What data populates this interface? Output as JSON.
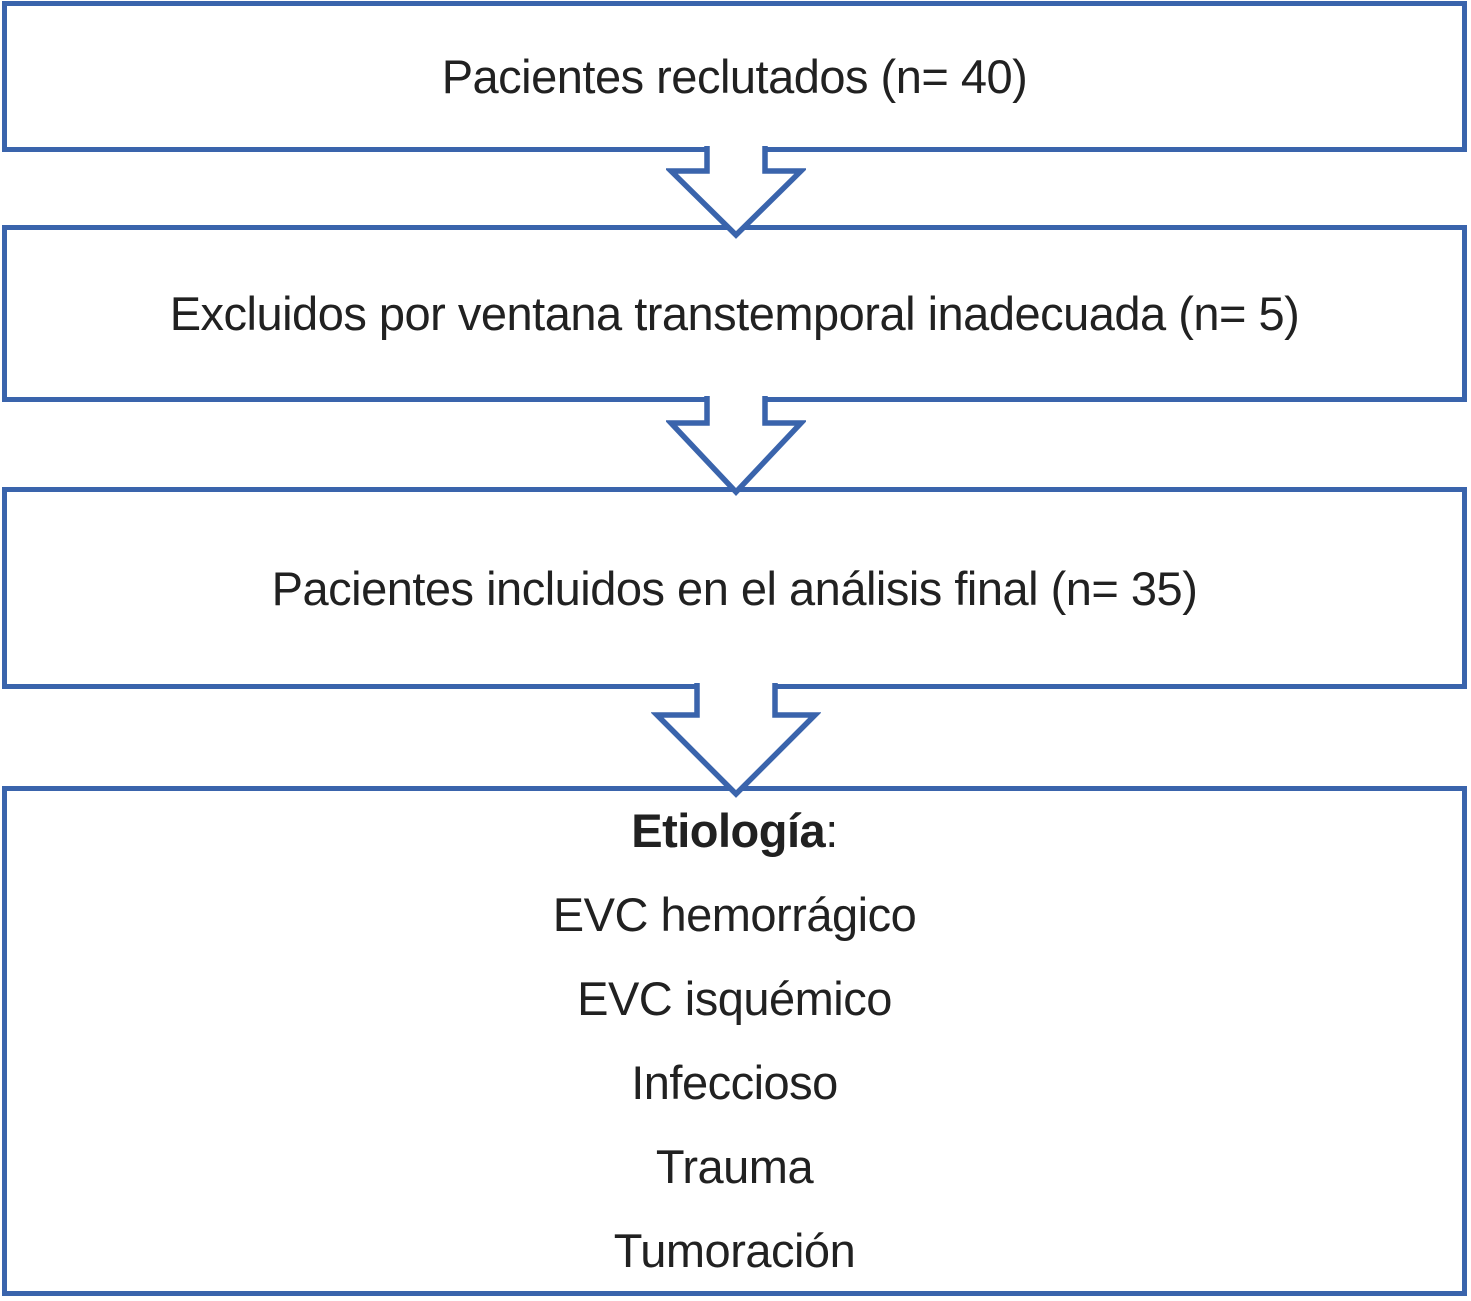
{
  "diagram": {
    "type": "flowchart",
    "accent_color": "#3a64ac",
    "text_color": "#212121",
    "boxes": {
      "recruited": {
        "label": "Pacientes reclutados (n= 40)"
      },
      "excluded": {
        "label": "Excluidos por ventana transtemporal inadecuada (n= 5)"
      },
      "included": {
        "label": "Pacientes incluidos en el análisis final (n= 35)"
      },
      "etiology": {
        "title": "Etiología",
        "colon": ":",
        "items": [
          "EVC hemorrágico",
          "EVC isquémico",
          "Infeccioso",
          "Trauma",
          "Tumoración"
        ]
      }
    }
  }
}
